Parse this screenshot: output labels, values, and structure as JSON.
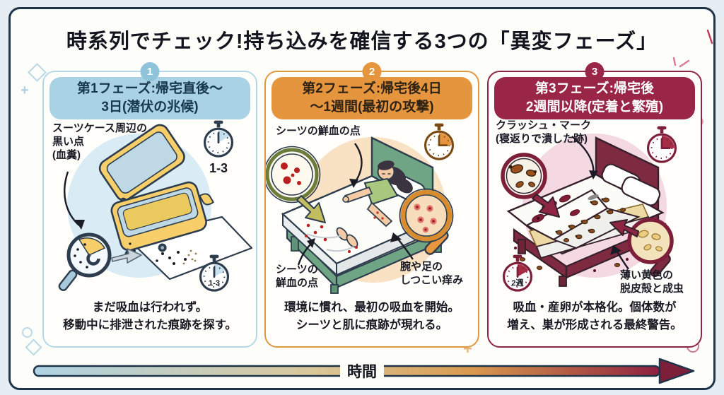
{
  "title": "時系列でチェック!持ち込みを確信する3つの「異変フェーズ」",
  "timeline": {
    "label": "時間",
    "gradient": [
      "#aed3e3",
      "#d9c79a",
      "#d99a4d",
      "#8e2040"
    ],
    "arrowhead": "#7e1f3a",
    "outline": "#1e3448"
  },
  "page": {
    "background": "#e6edf3",
    "card_background": "#fdfdfa",
    "card_border": "#1e3448"
  },
  "phases": [
    {
      "number": "1",
      "header_line1": "第1フェーズ:帰宅直後〜",
      "header_line2": "3日(潜伏の兆候)",
      "annotation_line1": "スーツケース周辺の",
      "annotation_line2": "黒い点",
      "annotation_line3": "(血糞)",
      "timer_top_label": "1-3",
      "timer_bottom_label": "1-3",
      "desc_line1": "まだ吸血は行われず。",
      "desc_line2": "移動中に排泄された痕跡を探す。",
      "colors": {
        "headerBg": "#a9d2e4",
        "headerText": "#17384f",
        "border": "#b5d8e8",
        "badge": "#8fc3da",
        "circle": "#d9ebf4",
        "timer": "#c7e0ee",
        "rim": "#2e3d4d"
      }
    },
    {
      "number": "2",
      "header_line1": "第2フェーズ:帰宅後4日",
      "header_line2": "〜1週間(最初の攻撃)",
      "annotation_top": "シーツの鮮血の点",
      "annotation_bl_line1": "シーツの",
      "annotation_bl_line2": "鮮血の点",
      "annotation_br_line1": "腕や足の",
      "annotation_br_line2": "しつこい痒み",
      "desc_line1": "環境に慣れ、最初の吸血を開始。",
      "desc_line2": "シーツと肌に痕跡が現れる。",
      "colors": {
        "headerBg": "#e6953f",
        "headerText": "#2e2315",
        "border": "#df9a40",
        "badge": "#e6953f",
        "circle": "#f9e2c4",
        "timer": "#e6953f",
        "rim": "#7a4a14"
      }
    },
    {
      "number": "3",
      "header_line1": "第3フェーズ:帰宅後",
      "header_line2": "2週間以降(定着と繁殖)",
      "annotation_top_line1": "クラッシュ・マーク",
      "annotation_top_line2": "(寝返りで潰した跡)",
      "annotation_br_line1": "薄い黄色の",
      "annotation_br_line2": "脱皮殻と成虫",
      "timer_bottom_label": "2週",
      "desc_line1": "吸血・産卵が本格化。個体数が",
      "desc_line2": "増え、巣が形成される最終警告。",
      "colors": {
        "headerBg": "#9a2647",
        "headerText": "#ffffff",
        "border": "#8e2543",
        "badge": "#9a2647",
        "circle": "#f4d9e3",
        "timer": "#a62b45",
        "rim": "#7e1f3a"
      }
    }
  ]
}
